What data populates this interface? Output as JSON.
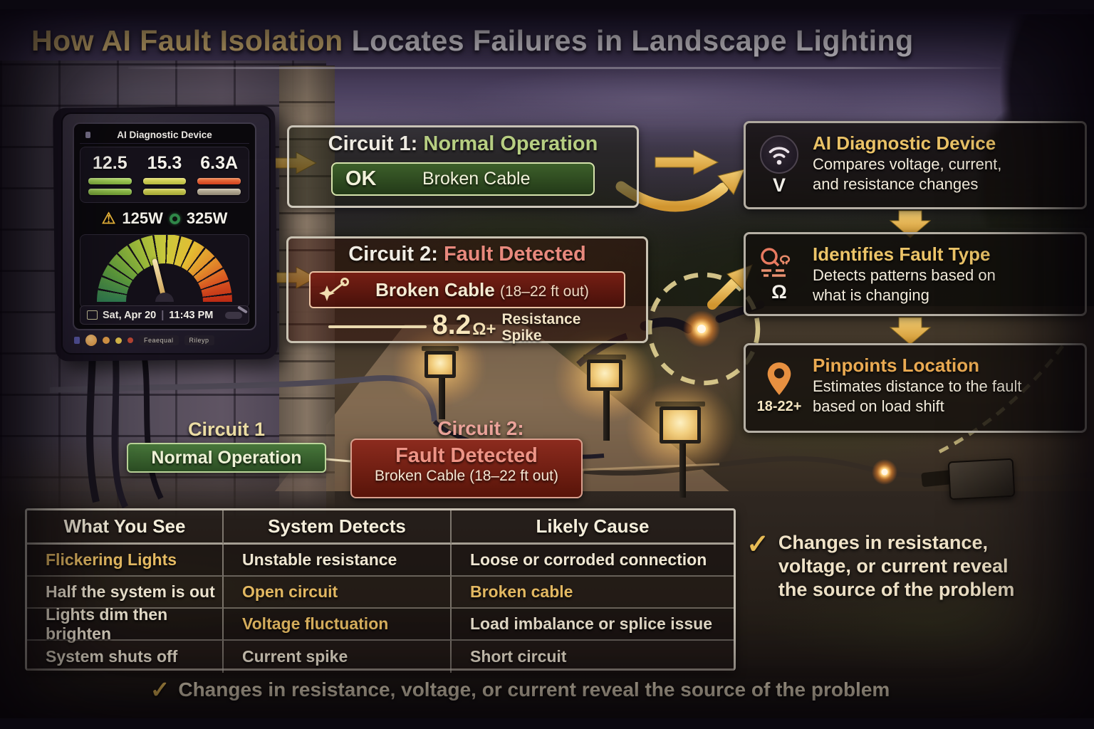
{
  "title": {
    "part1": "How AI Fault Isolation",
    "part2": " Locates Failures in Landscape Lighting"
  },
  "device": {
    "name": "AI Diagnostic Device",
    "readings": {
      "r1": "12.5",
      "r2": "15.3",
      "r3": "6.3A"
    },
    "warning_watts": "125W",
    "normal_watts": "325W",
    "date": "Sat, Apr 20",
    "time": "11:43 PM",
    "button1": "Feaequal",
    "button2": "Rileyp"
  },
  "circuit1_panel": {
    "title_prefix": "Circuit 1: ",
    "title_status": "Normal Operation",
    "ok_badge": "OK",
    "label": "Broken Cable"
  },
  "circuit2_panel": {
    "title_prefix": "Circuit 2: ",
    "title_status": "Fault Detected",
    "fault_label": "Broken Cable ",
    "fault_distance": "(18–22 ft out)",
    "resistance_value": "8.2",
    "resistance_unit": "Ω+",
    "resistance_caption_line1": "Resistance",
    "resistance_caption_line2": "Spike"
  },
  "steps": [
    {
      "icon": "wifi-pin-icon",
      "icon_letter": "V",
      "title": "AI Diagnostic Device",
      "line1": "Compares voltage, current,",
      "line2": "and resistance changes"
    },
    {
      "icon": "scan-omega-icon",
      "icon_letter": "Ω",
      "title": "Identifies Fault Type",
      "line1": "Detects patterns based on",
      "line2": "what is changing"
    },
    {
      "icon": "map-pin-icon",
      "icon_label": "18-22+",
      "title": "Pinpoints Location",
      "line1": "Estimates distance to the fault",
      "line2": "based on load shift"
    }
  ],
  "scene": {
    "circuit1_title": "Circuit 1",
    "circuit1_status": "Normal Operation",
    "circuit2_title": "Circuit 2:",
    "circuit2_status": "Fault Detected",
    "circuit2_detail": "Broken Cable (18–22 ft out)"
  },
  "table": {
    "headers": [
      "What You See",
      "System Detects",
      "Likely Cause"
    ],
    "rows": [
      [
        "Flickering Lights",
        "Unstable resistance",
        "Loose or corroded connection"
      ],
      [
        "Half the system is out",
        "Open circuit",
        "Broken cable"
      ],
      [
        "Lights dim then brighten",
        "Voltage fluctuation",
        "Load imbalance or splice issue"
      ],
      [
        "System shuts off",
        "Current spike",
        "Short circuit"
      ]
    ]
  },
  "notes": {
    "checkmark": "✓",
    "side_line1": "Changes in resistance,",
    "side_line2": "voltage, or current reveal",
    "side_line3": "the source of the problem",
    "footer": "Changes in resistance, voltage, or current reveal the source of the problem"
  },
  "colors": {
    "accent_gold": "#e2b45a",
    "title_gold": "#e9c67d",
    "status_green": "#b9d084",
    "status_red": "#e8897d",
    "cream_text": "#f2e8d4",
    "arrow_gold": "#e3b34c"
  }
}
